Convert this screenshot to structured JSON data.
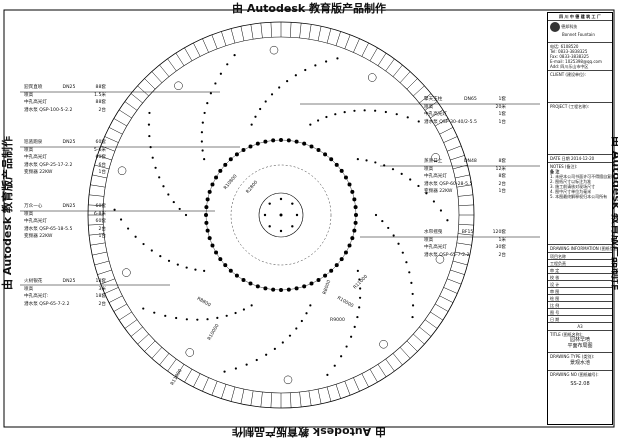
{
  "watermark": "由 Autodesk 教育版产品制作",
  "legends": [
    {
      "title": [
        "迎宾直喷",
        "DN25",
        "88套"
      ],
      "rows": [
        [
          "喷高",
          "1.5米"
        ],
        [
          "中孔高光灯",
          "88套"
        ],
        [
          "潜水泵 QSP-100-5-2.2",
          "2台"
        ]
      ]
    },
    {
      "title": [
        "巡逃跑泉",
        "DN25",
        "60套"
      ],
      "rows": [
        [
          "喷高",
          "5-6米"
        ],
        [
          "中孔高光灯",
          "60套"
        ],
        [
          "潜水泵 QSP-25-17-2.2",
          "6台"
        ],
        [
          "变频器 22KW",
          "1台"
        ]
      ]
    },
    {
      "title": [
        "万众一心",
        "DN25",
        "60套"
      ],
      "rows": [
        [
          "喷高",
          "6-8米"
        ],
        [
          "中孔高光灯",
          "60套"
        ],
        [
          "潜水泵 QSP-65-18-5.5",
          "2台"
        ],
        [
          "变频器 22KW",
          "1台"
        ]
      ]
    },
    {
      "title": [
        "火树银花",
        "DN25",
        "18套"
      ],
      "rows": [
        [
          "喷高",
          "3米"
        ],
        [
          "中孔高光灯:",
          "18套"
        ],
        [
          "潜水泵 QSP-65-7-2.2",
          "2台"
        ]
      ]
    },
    {
      "title": [
        "擎天玉柱",
        "DN65",
        "1套"
      ],
      "rows": [
        [
          "喷高",
          "20米"
        ],
        [
          "中孔高光灯",
          "1套"
        ],
        [
          "潜水泵 QSP-30-40/2-5.5",
          "1台"
        ]
      ]
    },
    {
      "title": [
        "蒸蒸日上",
        "DN48",
        "8套"
      ],
      "rows": [
        [
          "喷高",
          "12米"
        ],
        [
          "中孔高光灯",
          "8套"
        ],
        [
          "潜水泵 QSP-60-28-5.5",
          "2台"
        ],
        [
          "变频器 22KW",
          "1台"
        ]
      ]
    },
    {
      "title": [
        "水帘摇曳",
        "BF15",
        "120套"
      ],
      "rows": [
        [
          "喷高",
          "1米"
        ],
        [
          "中孔高光灯",
          "30套"
        ],
        [
          "潜水泵 QSP-65-7-2.2",
          "2台"
        ]
      ]
    }
  ],
  "radius_labels": [
    "R10800",
    "R2800",
    "R11000",
    "R8000",
    "R9000",
    "R10000",
    "R8800",
    "R10000",
    "R11000"
  ],
  "title_block": {
    "header": "四 川 中 德 建 筑 工 厂",
    "company": [
      "德邦科技",
      "Bonnet Fountain"
    ],
    "contact": [
      "电话: 6108520",
      "Tel: 0833-3838325",
      "Fax: 0833-3838325",
      "E-mail: 1025398@qq.com",
      "Add: 四川乐山市中区"
    ],
    "client": "CLIENT (建设单位):",
    "project": "PROJECT (工程名称):",
    "date": "DATE 日期 2014-12-20",
    "notes_label": "NOTES (备注):",
    "notes_title": "备 注",
    "notes": [
      "1. 未经本公司书面许可不得擅自复制",
      "2. 图纸尺寸以标注为准",
      "3. 施工前请核对现场尺寸",
      "4. 图中尺寸单位为毫米",
      "5. 本图最终解释权归本公司所有"
    ],
    "drawing_info": "DRAWING INFORMATION (图纸信息):",
    "info_rows": [
      "项目名称",
      "工程负责",
      "审 定",
      "校 核",
      "设 计",
      "审 图",
      "绘 图",
      "比 例",
      "图 号",
      "日 期"
    ],
    "scale": "A3",
    "title_label": "TITLE (图纸名称):",
    "title": [
      "园林早喷",
      "平面布局图"
    ],
    "type_label": "DRAWING TYPE (类别):",
    "type": "景观水池",
    "no_label": "DRAWING NO (图纸编号):",
    "no": "SS-2.08"
  }
}
